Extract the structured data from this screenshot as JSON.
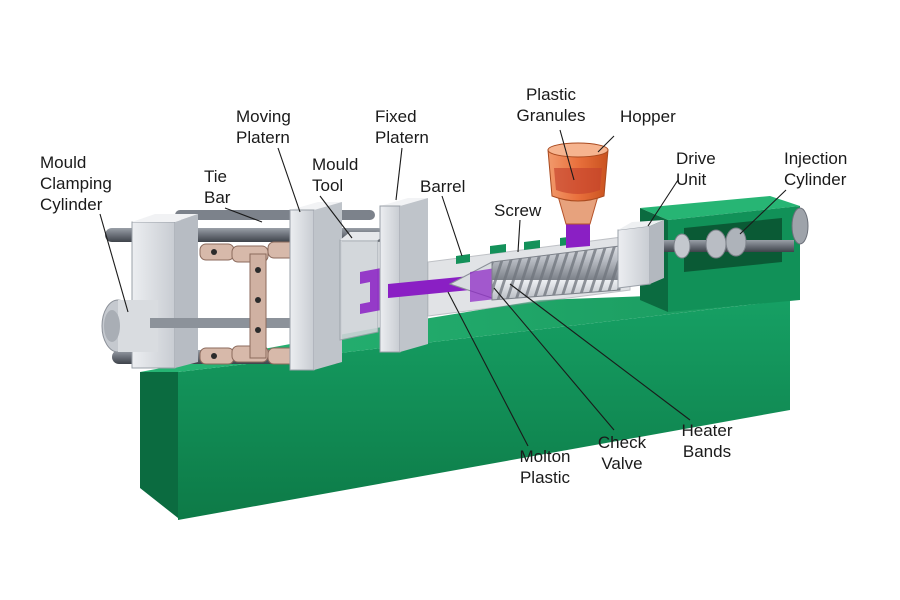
{
  "colors": {
    "machine_base": "#14915a",
    "machine_base_dark": "#0b6b40",
    "molten_plastic": "#8a1fc4",
    "hopper": "#ef7a45",
    "platen": "#d9dde3",
    "toggle_links": "#d7b9aa"
  },
  "labels": {
    "mould_clamping_cylinder": [
      "Mould",
      "Clamping",
      "Cylinder"
    ],
    "tie_bar": [
      "Tie",
      "Bar"
    ],
    "moving_platern": [
      "Moving",
      "Platern"
    ],
    "mould_tool": [
      "Mould",
      "Tool"
    ],
    "fixed_platern": [
      "Fixed",
      "Platern"
    ],
    "barrel": [
      "Barrel"
    ],
    "screw": [
      "Screw"
    ],
    "plastic_granules": [
      "Plastic",
      "Granules"
    ],
    "hopper": [
      "Hopper"
    ],
    "drive_unit": [
      "Drive",
      "Unit"
    ],
    "injection_cylinder": [
      "Injection",
      "Cylinder"
    ],
    "molton_plastic": [
      "Molton",
      "Plastic"
    ],
    "check_valve": [
      "Check",
      "Valve"
    ],
    "heater_bands": [
      "Heater",
      "Bands"
    ]
  }
}
